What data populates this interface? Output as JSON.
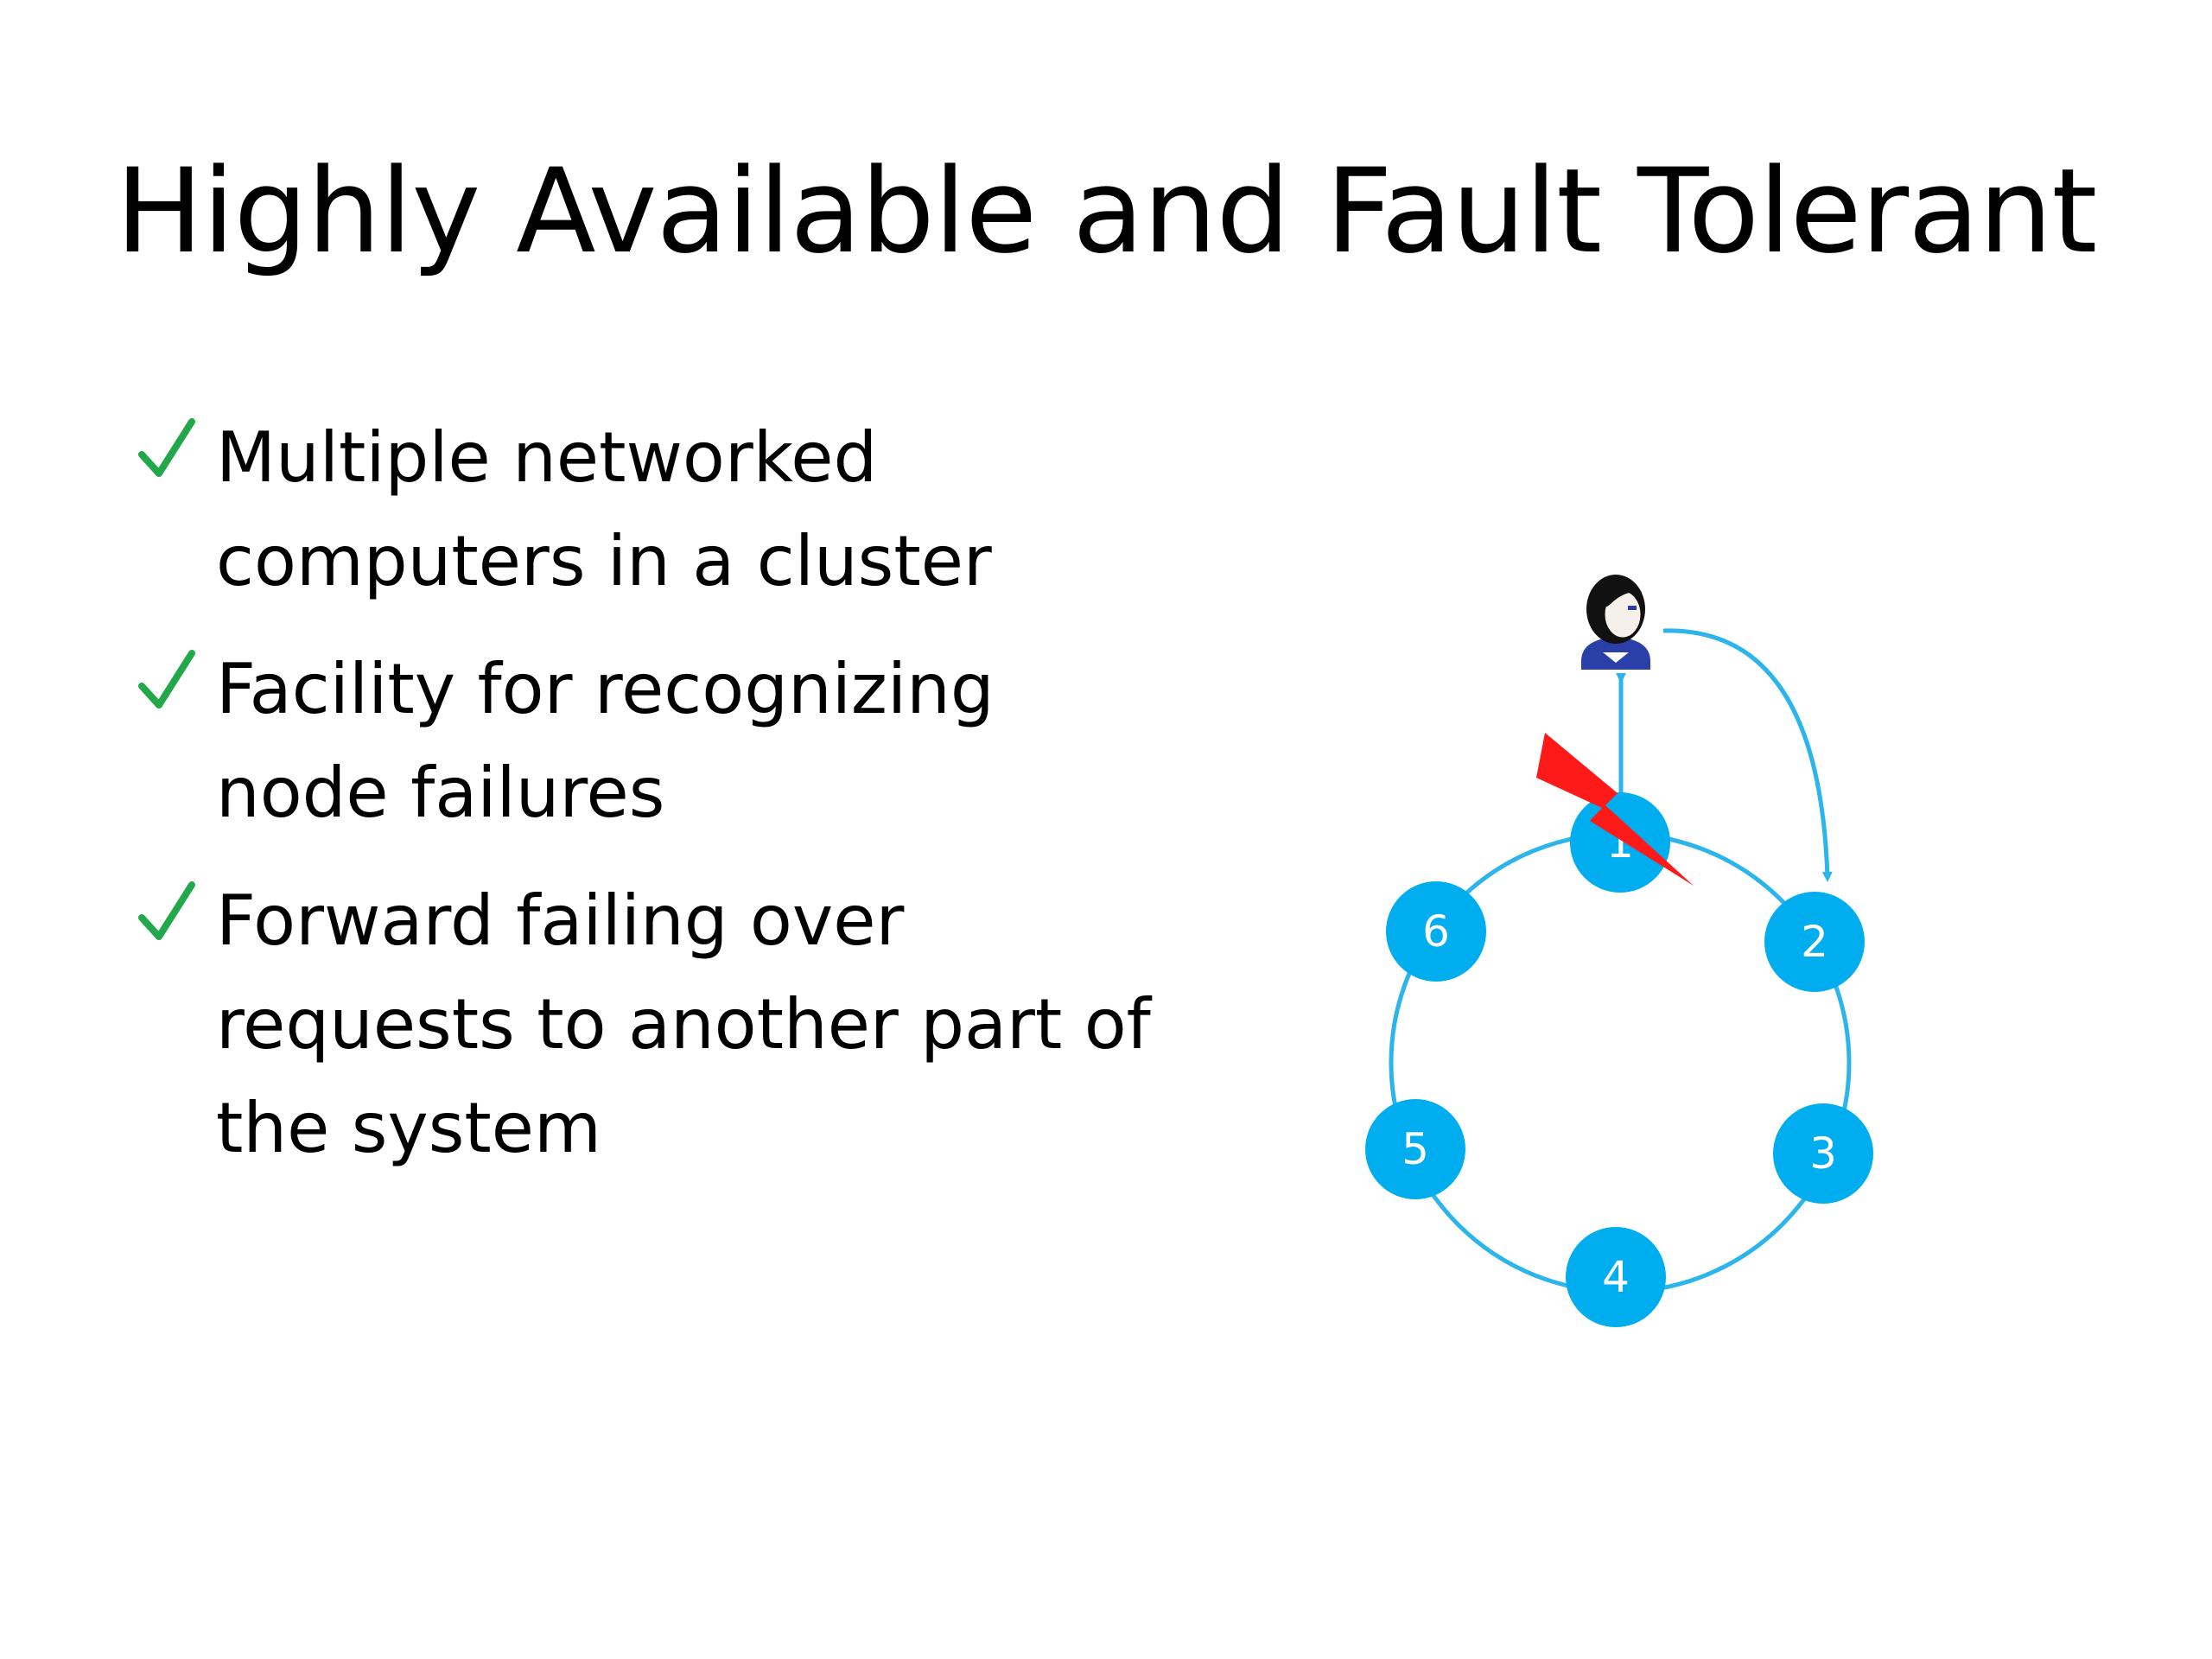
{
  "slide": {
    "title": "Highly Available and Fault Tolerant",
    "bullets": [
      {
        "text": "Multiple networked computers in a cluster",
        "icon": "check-icon"
      },
      {
        "text": "Facility for recognizing node failures",
        "icon": "check-icon"
      },
      {
        "text": "Forward failing over requests to another part of the system",
        "icon": "check-icon"
      }
    ]
  },
  "diagram": {
    "nodes": [
      {
        "label": "1"
      },
      {
        "label": "2"
      },
      {
        "label": "3"
      },
      {
        "label": "4"
      },
      {
        "label": "5"
      },
      {
        "label": "6"
      }
    ],
    "failed_node": "1",
    "icons": [
      "user-icon",
      "lightning-bolt-icon"
    ],
    "colors": {
      "node": "#00adef",
      "ring": "#2cb5ea",
      "check": "#22a84a",
      "lightning": "#ff1a1a"
    }
  }
}
